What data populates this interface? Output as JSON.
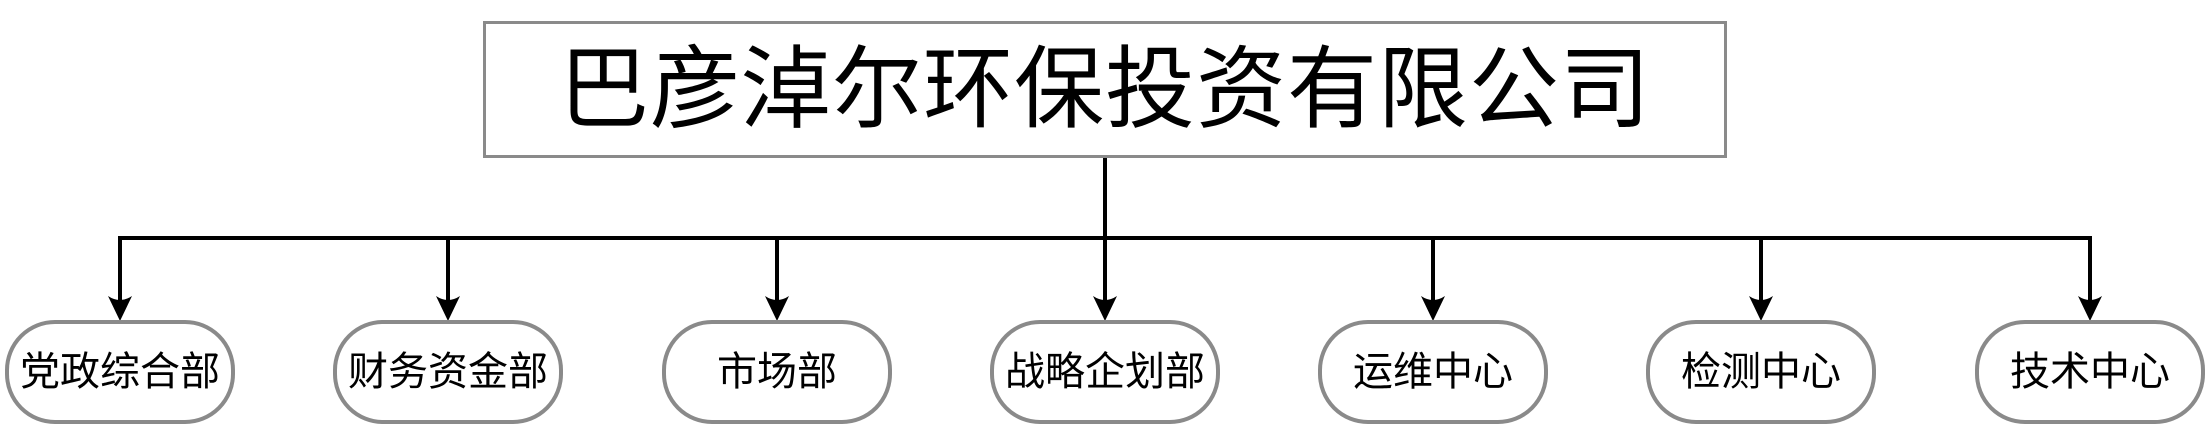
{
  "org_chart": {
    "root": {
      "label": "巴彦淖尔环保投资有限公司"
    },
    "departments": [
      {
        "label": "党政综合部"
      },
      {
        "label": "财务资金部"
      },
      {
        "label": "市场部"
      },
      {
        "label": "战略企划部"
      },
      {
        "label": "运维中心"
      },
      {
        "label": "检测中心"
      },
      {
        "label": "技术中心"
      }
    ]
  },
  "colors": {
    "node_border": "#8a8a8a",
    "connector": "#000000",
    "text": "#000000",
    "background": "#ffffff"
  }
}
